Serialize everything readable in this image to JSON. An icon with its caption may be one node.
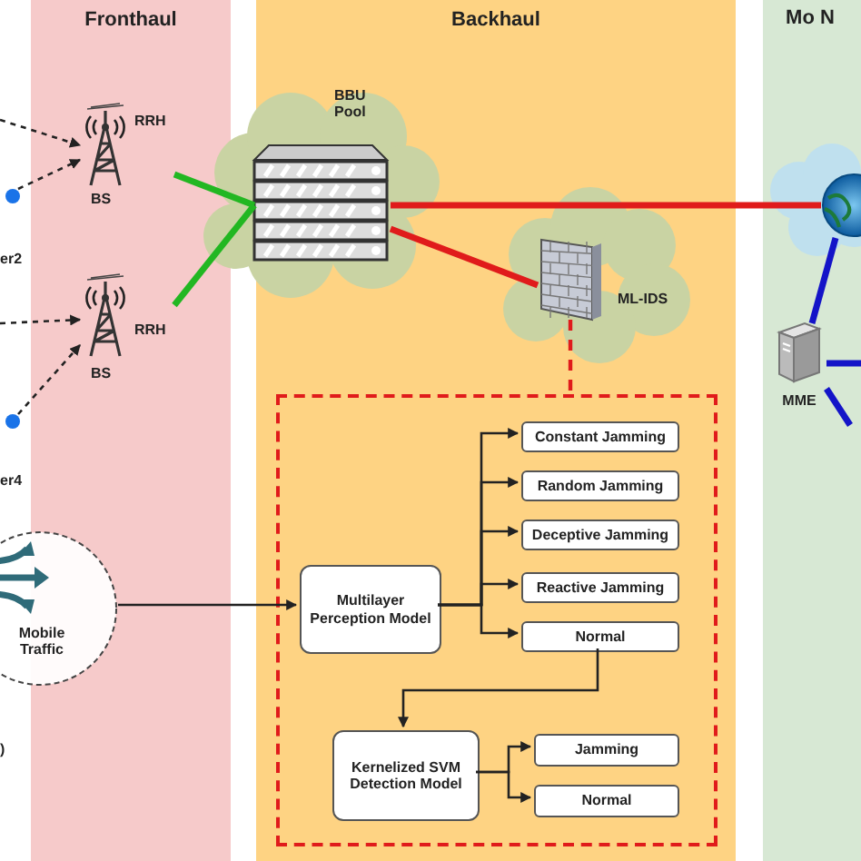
{
  "diagram": {
    "nodes": [
      {
        "text": [
          "Fronthaul"
        ]
      },
      {
        "text": [
          "Backhaul"
        ]
      },
      {
        "text": [
          "Mo N"
        ]
      },
      {
        "text": [
          "RRH",
          "BS"
        ],
        "in": 0
      },
      {
        "text": [
          "RRH",
          "BS"
        ],
        "in": 0
      },
      {
        "text": [
          "BBU Pool"
        ],
        "in": 1
      },
      {
        "text": [
          "ML-IDS"
        ],
        "in": 1
      },
      {
        "text": [],
        "shape": "box",
        "in": 1
      },
      {
        "text": [
          "Multilayer Perception Model"
        ],
        "in": 7
      },
      {
        "text": [
          "Constant Jamming"
        ],
        "in": 7
      },
      {
        "text": [
          "Random Jamming"
        ],
        "in": 7
      },
      {
        "text": [
          "Deceptive Jamming"
        ],
        "in": 7
      },
      {
        "text": [
          "Reactive Jamming"
        ],
        "in": 7
      },
      {
        "text": [
          "Normal"
        ],
        "in": 7
      },
      {
        "text": [
          "Kernelized SVM Detection Model"
        ],
        "in": 7
      },
      {
        "text": [
          "Jamming"
        ],
        "in": 7
      },
      {
        "text": [
          "Normal"
        ],
        "in": 7
      },
      {
        "text": [
          "Mobile Traffic"
        ]
      },
      {
        "text": [],
        "shape": "picture",
        "in": 2
      },
      {
        "text": [
          "MME"
        ],
        "in": 2
      },
      {
        "text": [],
        "shape": "circle"
      },
      {
        "text": [],
        "shape": "circle"
      }
    ],
    "edges": [
      {
        "from": null,
        "to": 3,
        "arrow": "to",
        "style": "dashed"
      },
      {
        "from": 20,
        "to": 3,
        "arrow": "to",
        "style": "dashed"
      },
      {
        "from": null,
        "to": 4,
        "arrow": "to",
        "style": "dashed"
      },
      {
        "from": 21,
        "to": 4,
        "arrow": "to",
        "style": "dashed"
      },
      {
        "from": 3,
        "to": 5,
        "arrow": "none",
        "style": "thick",
        "color": "#22b722"
      },
      {
        "from": 4,
        "to": 5,
        "arrow": "none",
        "style": "thick",
        "color": "#22b722"
      },
      {
        "from": 5,
        "to": 18,
        "arrow": "none",
        "style": "thick",
        "color": "#e01b1b"
      },
      {
        "from": 5,
        "to": 6,
        "arrow": "none",
        "style": "thick",
        "color": "#e01b1b"
      },
      {
        "from": 6,
        "to": 7,
        "arrow": "none",
        "style": "dashed",
        "color": "#e01b1b"
      },
      {
        "from": 17,
        "to": 8,
        "arrow": "to"
      },
      {
        "from": 8,
        "to": 9,
        "arrow": "to"
      },
      {
        "from": 8,
        "to": 10,
        "arrow": "to"
      },
      {
        "from": 8,
        "to": 11,
        "arrow": "to"
      },
      {
        "from": 8,
        "to": 12,
        "arrow": "to"
      },
      {
        "from": 8,
        "to": 13,
        "arrow": "to"
      },
      {
        "from": 13,
        "to": 14,
        "arrow": "to"
      },
      {
        "from": 14,
        "to": 15,
        "arrow": "to"
      },
      {
        "from": 14,
        "to": 16,
        "arrow": "to"
      },
      {
        "from": 18,
        "to": 19,
        "arrow": "none",
        "style": "thick",
        "color": "#1414c8"
      },
      {
        "from": 19,
        "to": null,
        "arrow": "none",
        "style": "thick",
        "color": "#1414c8"
      },
      {
        "from": 19,
        "to": null,
        "arrow": "none",
        "style": "thick",
        "color": "#1414c8"
      }
    ],
    "labels": [
      "er2",
      "er4",
      ")"
    ]
  }
}
